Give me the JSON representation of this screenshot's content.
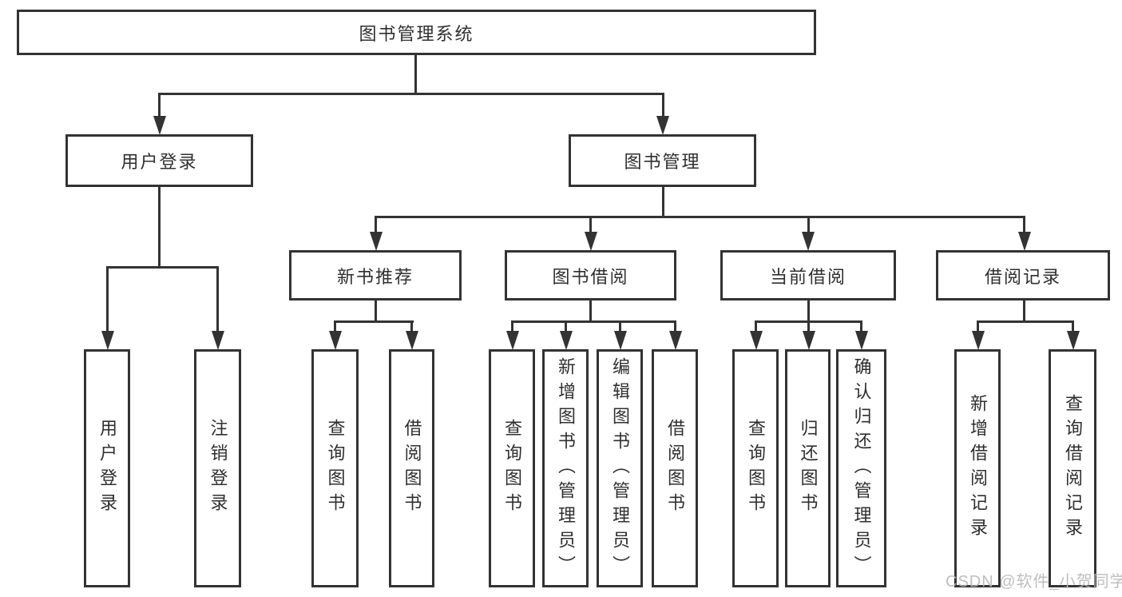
{
  "diagram_type": "hierarchy-tree",
  "tree": {
    "label": "图书管理系统",
    "children": [
      {
        "label": "用户登录",
        "children": [
          {
            "label": "用户登录"
          },
          {
            "label": "注销登录"
          }
        ]
      },
      {
        "label": "图书管理",
        "children": [
          {
            "label": "新书推荐",
            "children": [
              {
                "label": "查询图书"
              },
              {
                "label": "借阅图书"
              }
            ]
          },
          {
            "label": "图书借阅",
            "children": [
              {
                "label": "查询图书"
              },
              {
                "label": "新增图书（管理员）"
              },
              {
                "label": "编辑图书（管理员）"
              },
              {
                "label": "借阅图书"
              }
            ]
          },
          {
            "label": "当前借阅",
            "children": [
              {
                "label": "查询图书"
              },
              {
                "label": "归还图书"
              },
              {
                "label": "确认归还（管理员）"
              }
            ]
          },
          {
            "label": "借阅记录",
            "children": [
              {
                "label": "新增借阅记录"
              },
              {
                "label": "查询借阅记录"
              }
            ]
          }
        ]
      }
    ]
  },
  "watermark": {
    "text": "CSDN @软件_小贺同学",
    "color": "#b8b8b8"
  },
  "colors": {
    "background": "#ffffff",
    "box_border": "#333333",
    "line": "#333333",
    "text": "#2f2f2f"
  }
}
